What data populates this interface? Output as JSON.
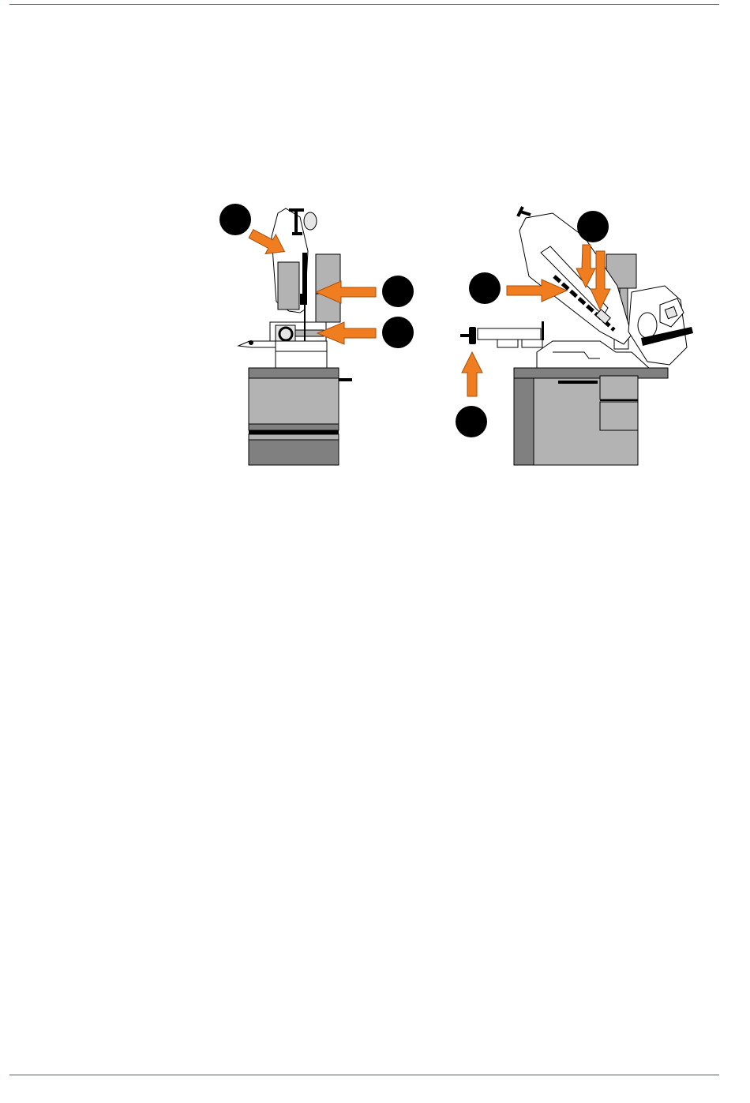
{
  "figure": {
    "description_text": "",
    "colors": {
      "rule": "#3355cc",
      "arrow": "#f07d1f",
      "callout": "#000000",
      "metal_light": "#e6e6e6",
      "metal_mid": "#b3b3b3",
      "metal_dark": "#808080",
      "outline": "#000000"
    },
    "left_view": {
      "callouts": 3,
      "arrows": 3
    },
    "right_view": {
      "callouts": 3,
      "arrows": 4
    }
  }
}
